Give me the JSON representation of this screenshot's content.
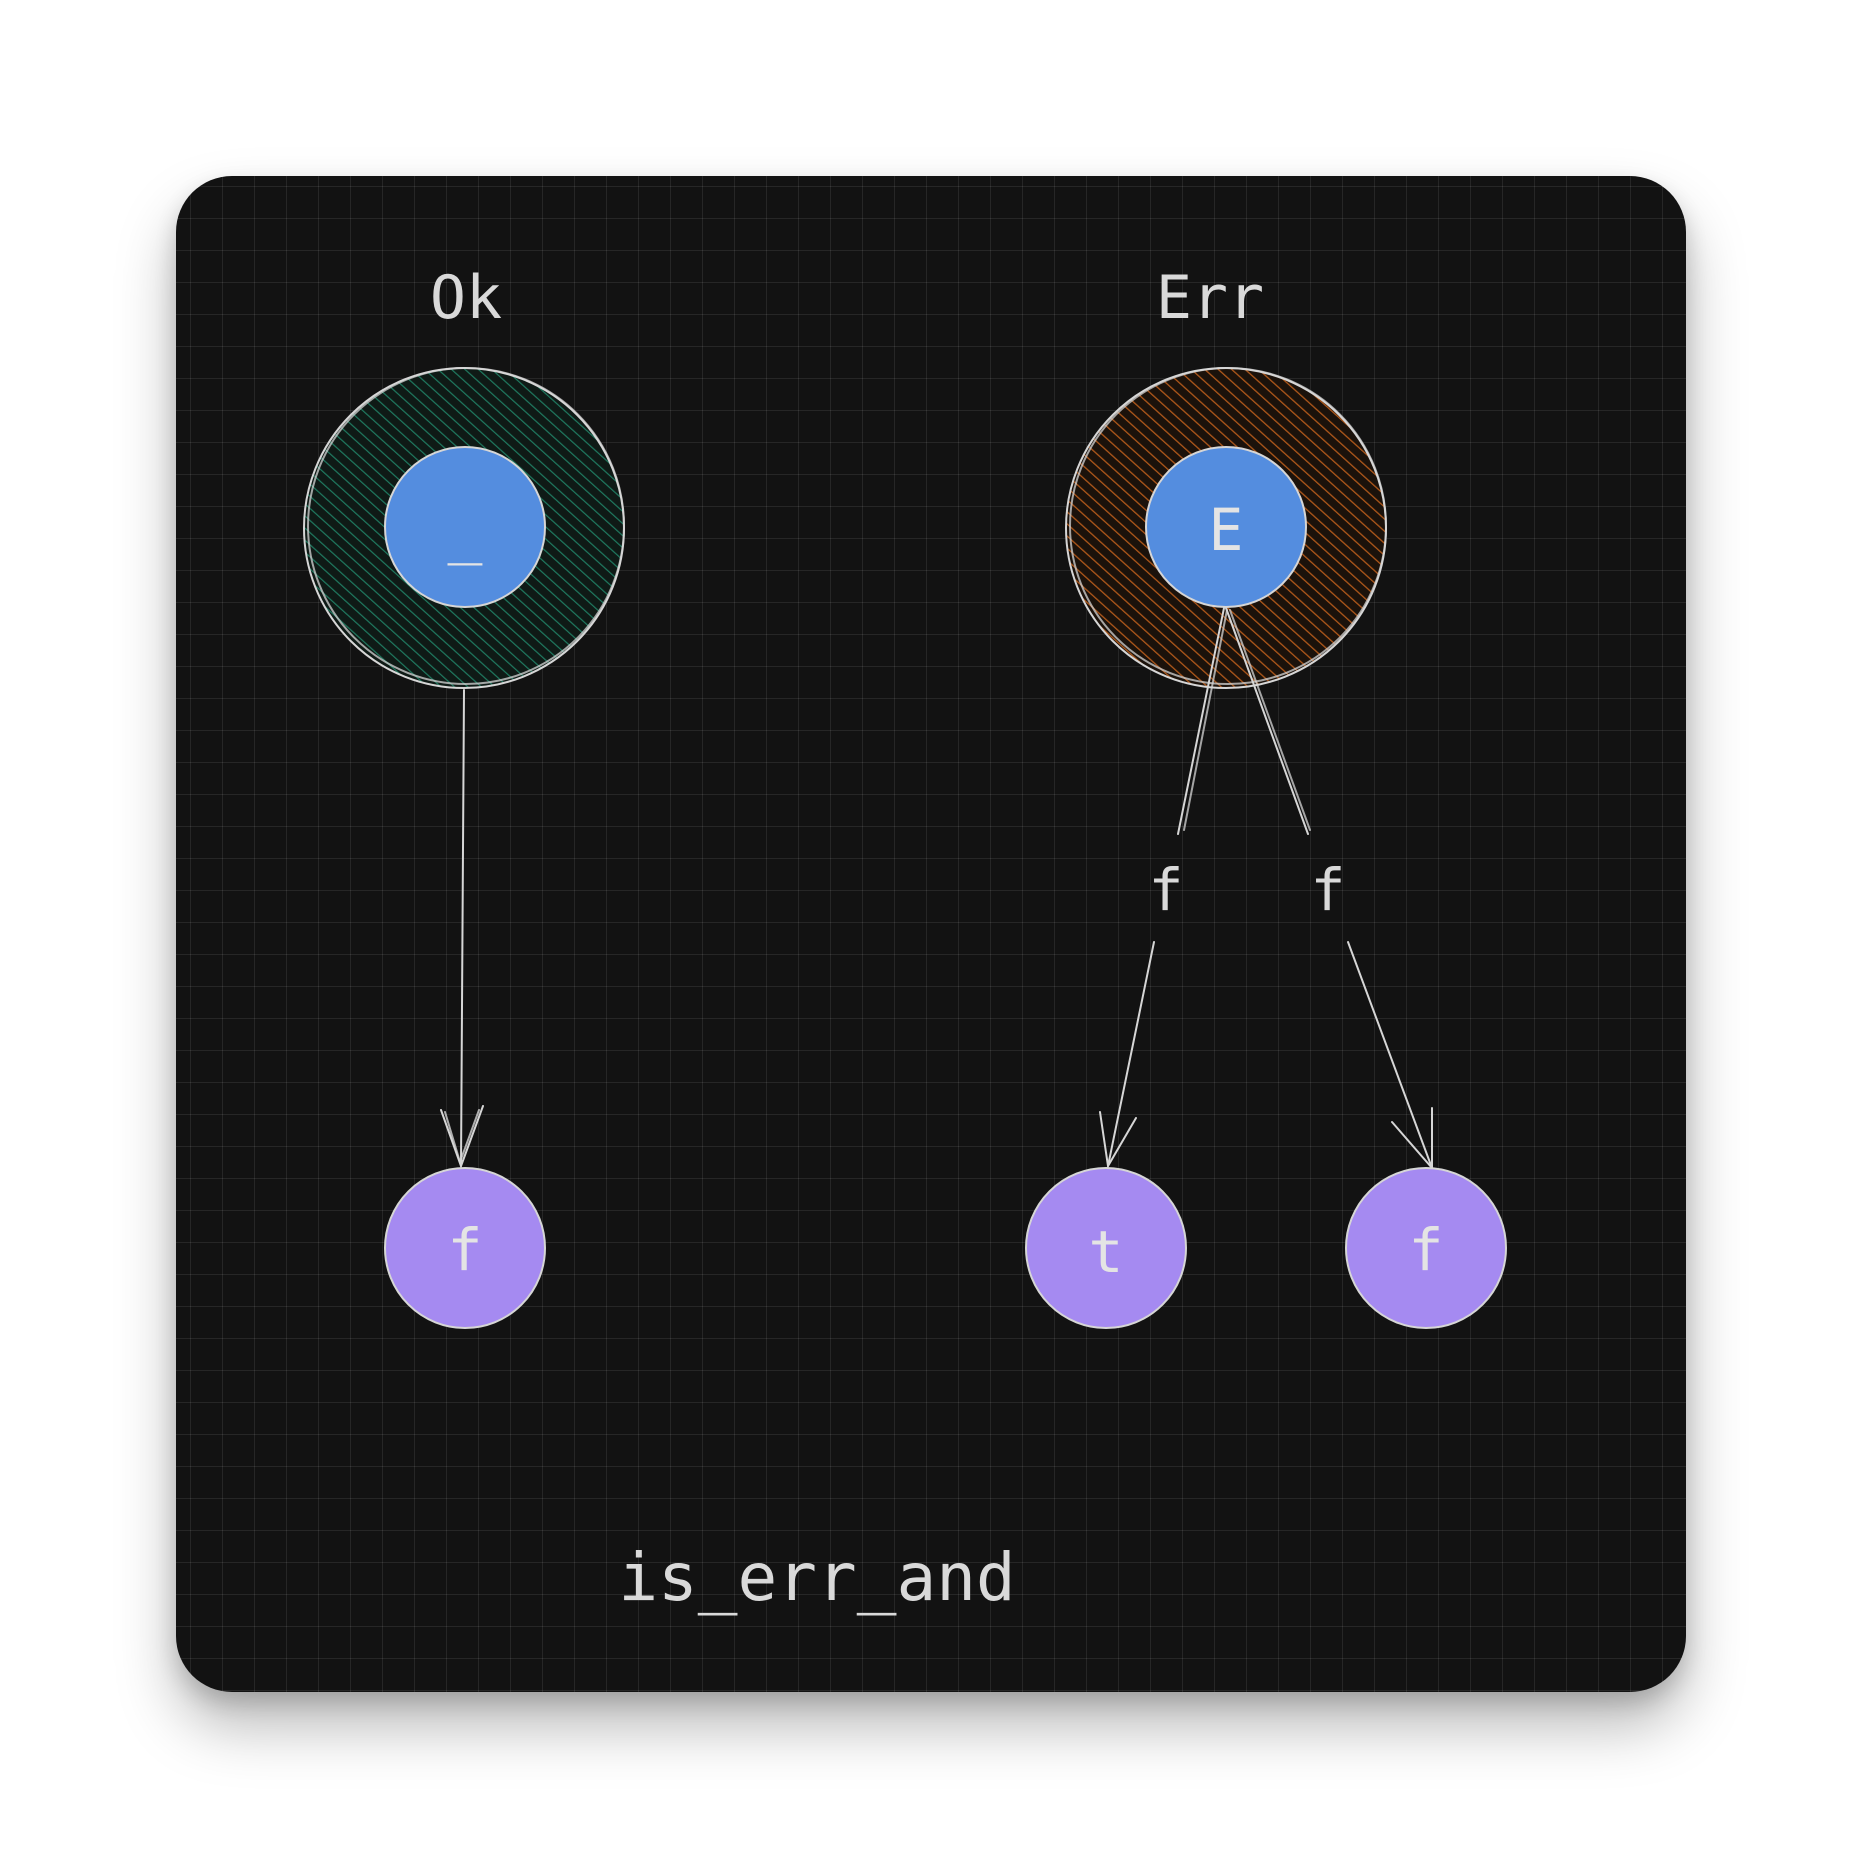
{
  "diagram": {
    "groups": [
      {
        "id": "ok",
        "label": "Ok",
        "inner": "_",
        "ring_color": "#1f6b55"
      },
      {
        "id": "err",
        "label": "Err",
        "inner": "E",
        "ring_color": "#9a4e15"
      }
    ],
    "results": [
      {
        "id": "ok-result",
        "label": "f"
      },
      {
        "id": "err-true-result",
        "label": "t"
      },
      {
        "id": "err-false-result",
        "label": "f"
      }
    ],
    "edge_labels": [
      "f",
      "f"
    ],
    "caption": "is_err_and",
    "colors": {
      "inner_node": "#548ddf",
      "result_node": "#a58af1",
      "background": "#121212",
      "stroke": "#d6d6d6"
    }
  }
}
